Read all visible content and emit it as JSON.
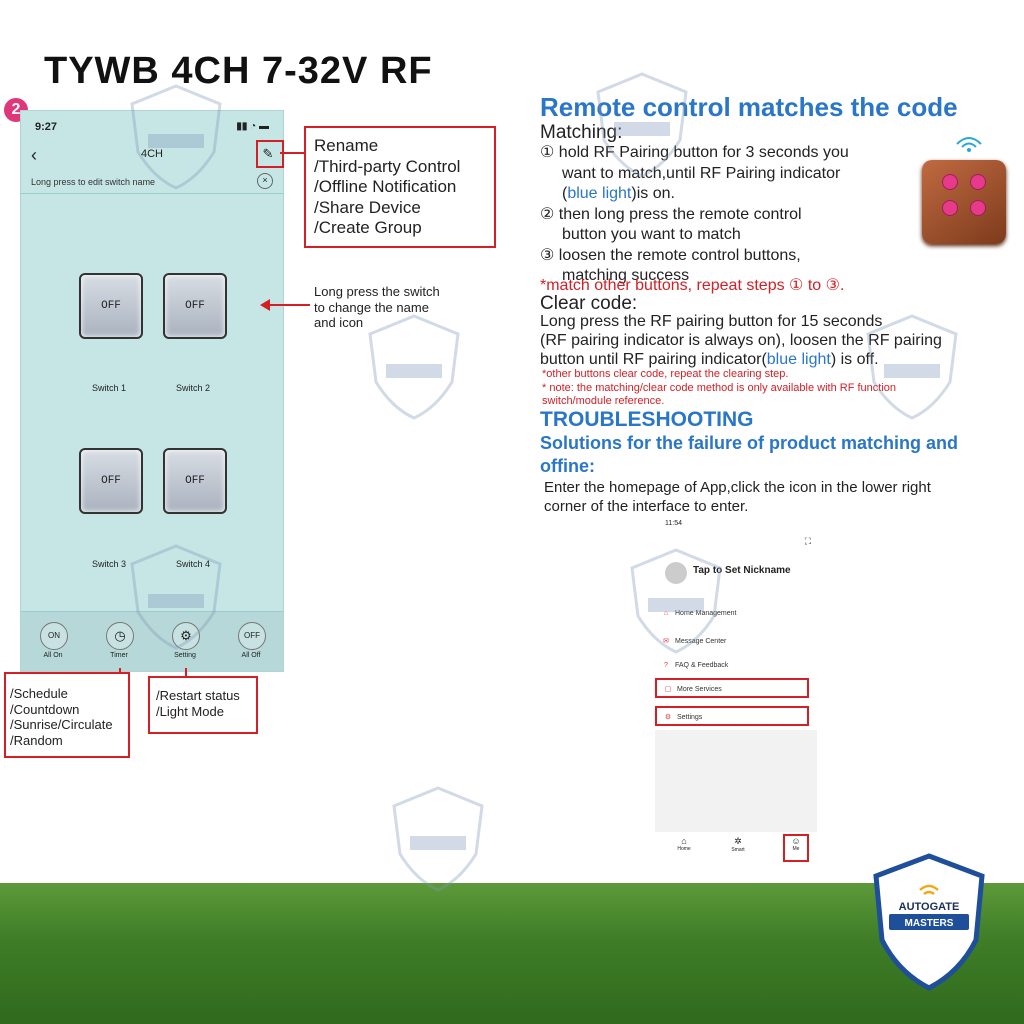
{
  "header": {
    "title": "TYWB 4CH 7-32V RF",
    "step_number": "2"
  },
  "phone": {
    "time": "9:27",
    "status_icons": "▮▮ ◔ ▬",
    "screen_title": "4CH",
    "hint": "Long press to edit switch name",
    "switches": [
      {
        "state": "OFF",
        "label": "Switch 1"
      },
      {
        "state": "OFF",
        "label": "Switch 2"
      },
      {
        "state": "OFF",
        "label": "Switch 3"
      },
      {
        "state": "OFF",
        "label": "Switch 4"
      }
    ],
    "bottom_bar": [
      {
        "icon": "ON",
        "label": "All On"
      },
      {
        "icon": "◷",
        "label": "Timer"
      },
      {
        "icon": "⚙",
        "label": "Setting"
      },
      {
        "icon": "OFF",
        "label": "All Off"
      }
    ]
  },
  "callouts": {
    "edit_menu": [
      "Rename",
      "/Third-party Control",
      "/Offline Notification",
      "/Share Device",
      "/Create Group"
    ],
    "long_press": [
      "Long press the switch",
      "to change the name",
      "and icon"
    ],
    "timer_menu": [
      "/Schedule",
      "/Countdown",
      "/Sunrise/Circulate",
      "/Random"
    ],
    "setting_menu": [
      "/Restart status",
      "/Light Mode"
    ]
  },
  "instructions": {
    "heading": "Remote control matches the code",
    "matching_title": "Matching:",
    "step1a": "① hold RF Pairing button for 3 seconds you",
    "step1b": "want to match,until RF Pairing indicator",
    "step1c_open": "(",
    "step1c_blue": "blue light",
    "step1c_close": ")is on.",
    "step2a": "② then long press the remote control",
    "step2b": "button you want to match",
    "step3a": "③ loosen the remote control buttons,",
    "step3b": "matching success",
    "match_other": "*match other buttons, repeat steps ① to ③.",
    "clear_title": "Clear code:",
    "clear1": "Long press the RF pairing button for 15 seconds",
    "clear2": "(RF pairing indicator is always on), loosen the RF pairing",
    "clear3a": "button until RF pairing indicator(",
    "clear3_blue": "blue light",
    "clear3b": ") is off.",
    "note1": "*other buttons clear code, repeat the clearing step.",
    "note2": "* note: the matching/clear code method is only available with RF function",
    "note3": "switch/module reference.",
    "trouble_title": "TROUBLESHOOTING",
    "solutions1": "Solutions for the failure of product matching and",
    "solutions2": "offine:",
    "enter1": "Enter the homepage of App,click the icon in the lower right",
    "enter2": "corner of the interface to enter."
  },
  "phone2": {
    "time": "11:54",
    "nickname": "Tap to Set Nickname",
    "menu": [
      {
        "icon": "⌂",
        "label": "Home Management"
      },
      {
        "icon": "✉",
        "label": "Message Center"
      },
      {
        "icon": "?",
        "label": "FAQ & Feedback"
      },
      {
        "icon": "▢",
        "label": "More Services"
      },
      {
        "icon": "⚙",
        "label": "Settings"
      }
    ],
    "tabs": [
      {
        "icon": "⌂",
        "label": "Home"
      },
      {
        "icon": "✲",
        "label": "Smart"
      },
      {
        "icon": "☺",
        "label": "Me"
      }
    ]
  },
  "brand": {
    "line1": "AUTOGATE",
    "line2": "MASTERS"
  },
  "colors": {
    "accent_blue": "#2a76c9",
    "callout_red": "#d32027",
    "phone_bg": "#c6e6e6",
    "grass": "#3f7d27",
    "badge_pink": "#e0367a"
  }
}
